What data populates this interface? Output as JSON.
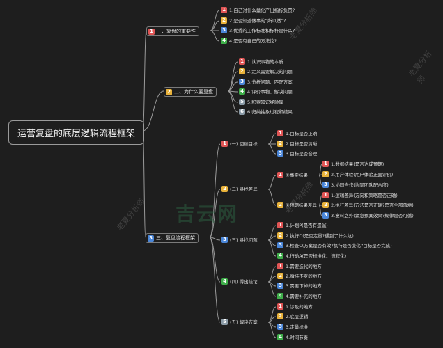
{
  "title": "运营复盘的底层逻辑流程框架",
  "colors": {
    "red": "#e05555",
    "yellow": "#e8b23a",
    "blue": "#4a86d8",
    "green": "#3fae4a",
    "gray": "#8a9aa6",
    "line": "#9a9a9a"
  },
  "watermarks": [
    "老夏分析师",
    "老夏分析师",
    "老夏分析师",
    "老夏分析师",
    "吉云网"
  ],
  "sections": [
    {
      "num": "1",
      "label": "一、复盘的重要性",
      "items": [
        {
          "num": "1",
          "text": "1.自己对什么量化产出指标负责?"
        },
        {
          "num": "2",
          "text": "2.是否知道做事的“所以然”?"
        },
        {
          "num": "3",
          "text": "3.优秀的工作标准和标杆是什么?"
        },
        {
          "num": "4",
          "text": "4.是否有自己的方法论?"
        }
      ]
    },
    {
      "num": "2",
      "label": "二、为什么要复盘",
      "items": [
        {
          "num": "1",
          "text": "1.认识事物的本质"
        },
        {
          "num": "2",
          "text": "2.定义需要解决的问题"
        },
        {
          "num": "3",
          "text": "3.分析问题、匹配方案"
        },
        {
          "num": "4",
          "text": "4.评价事物、解决问题"
        },
        {
          "num": "5",
          "text": "5.积累知识经验库"
        },
        {
          "num": "6",
          "text": "6.归纳抽象过程和结果"
        }
      ]
    },
    {
      "num": "3",
      "label": "三、复盘流程框架",
      "subs": [
        {
          "num": "1",
          "label": "(一) 回顾目标",
          "items": [
            {
              "num": "1",
              "text": "1.目标是否正确"
            },
            {
              "num": "2",
              "text": "2.目标是否清晰"
            },
            {
              "num": "3",
              "text": "3.目标是否合理"
            }
          ]
        },
        {
          "num": "2",
          "label": "(二) 寻找差异",
          "groups": [
            {
              "num": "1",
              "label": "①事实结果",
              "items": [
                {
                  "num": "1",
                  "text": "1.数据结果(是否达成预期)"
                },
                {
                  "num": "2",
                  "text": "2.用户体验(用户体验正面评价)"
                },
                {
                  "num": "3",
                  "text": "3.协同合作(协同团队配合度)"
                }
              ]
            },
            {
              "num": "2",
              "label": "②预期结果差异",
              "items": [
                {
                  "num": "1",
                  "text": "1.逻辑差异(方向和策略是否正确)"
                },
                {
                  "num": "2",
                  "text": "2.执行差异(方法是否正确?是否全部落地)"
                },
                {
                  "num": "3",
                  "text": "3.意料之外(紧急预案效果?规律是否可循)"
                }
              ]
            }
          ]
        },
        {
          "num": "3",
          "label": "(三) 寻找问题",
          "items": [
            {
              "num": "1",
              "text": "1.计划P(是否有遗漏)"
            },
            {
              "num": "2",
              "text": "2.执行D(是否定量?遇到了什么坑)"
            },
            {
              "num": "3",
              "text": "3.检查C(方案是否有效?执行是否变化?目标是否完成)"
            },
            {
              "num": "4",
              "text": "4.行动A(是否标准化、流程化)"
            }
          ]
        },
        {
          "num": "4",
          "label": "(四) 得出结论",
          "items": [
            {
              "num": "1",
              "text": "1.需要迭代的地方"
            },
            {
              "num": "2",
              "text": "2.缴持不变的地方"
            },
            {
              "num": "3",
              "text": "3.需要下掉的地方"
            },
            {
              "num": "4",
              "text": "4.需要补充的地方"
            }
          ]
        },
        {
          "num": "5",
          "label": "(五) 解决方案",
          "items": [
            {
              "num": "1",
              "text": "1.涉及的地方"
            },
            {
              "num": "2",
              "text": "2.底层逻辑"
            },
            {
              "num": "3",
              "text": "3.定量标准"
            },
            {
              "num": "4",
              "text": "4.时间节奏"
            }
          ]
        }
      ]
    }
  ]
}
